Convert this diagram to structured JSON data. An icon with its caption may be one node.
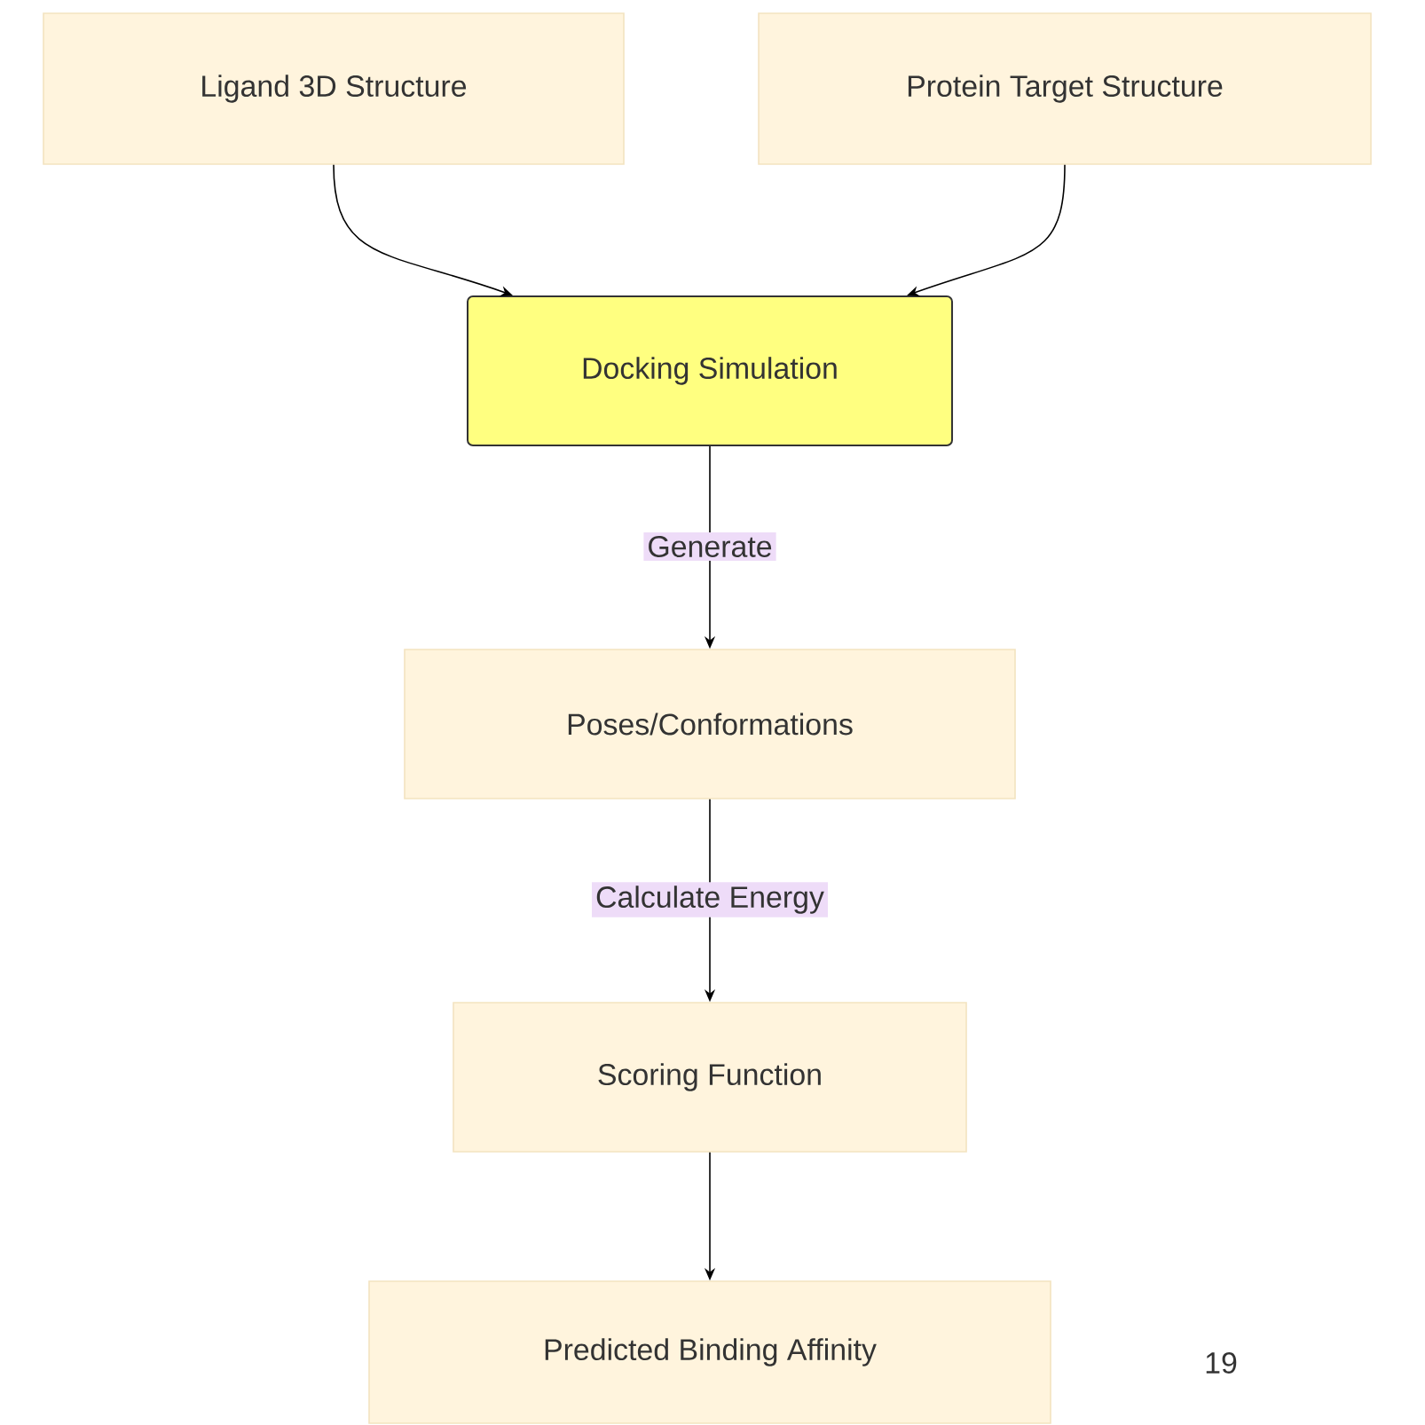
{
  "diagram": {
    "nodes": [
      {
        "text": [
          "Ligand 3D Structure"
        ]
      },
      {
        "text": [
          "Protein Target Structure"
        ]
      },
      {
        "text": [
          "Docking Simulation"
        ]
      },
      {
        "text": [
          "Poses/Conformations"
        ]
      },
      {
        "text": [
          "Scoring Function"
        ]
      },
      {
        "text": [
          "Predicted Binding Affinity"
        ]
      }
    ],
    "edges": [
      {
        "from": 0,
        "to": 2,
        "arrow": "to"
      },
      {
        "from": 1,
        "to": 2,
        "arrow": "to"
      },
      {
        "from": 2,
        "to": 3,
        "arrow": "to",
        "label": "Generate"
      },
      {
        "from": 3,
        "to": 4,
        "arrow": "to",
        "label": "Calculate Energy"
      },
      {
        "from": 4,
        "to": 5,
        "arrow": "to"
      }
    ],
    "labels": [
      "19"
    ]
  }
}
